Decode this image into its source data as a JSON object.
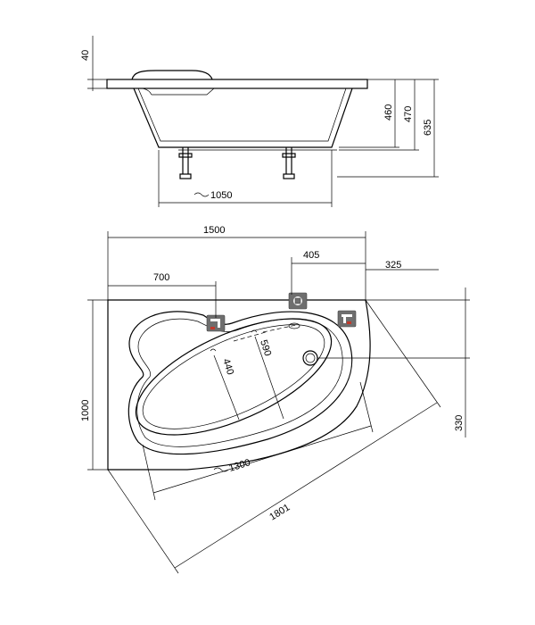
{
  "elevation": {
    "dims": {
      "rim": "40",
      "height_a": "460",
      "height_b": "470",
      "height_c": "635",
      "leg_span": "1050"
    }
  },
  "plan": {
    "dims": {
      "overall_width": "1500",
      "drain_offset": "405",
      "corner_offset": "325",
      "short_side": "700",
      "depth": "1000",
      "inner_width": "590",
      "inner_depth": "440",
      "right_height": "330",
      "inner_length": "1300",
      "diagonal": "1801"
    }
  },
  "icons": [
    "faucet-icon",
    "overflow-icon",
    "mixer-icon"
  ]
}
